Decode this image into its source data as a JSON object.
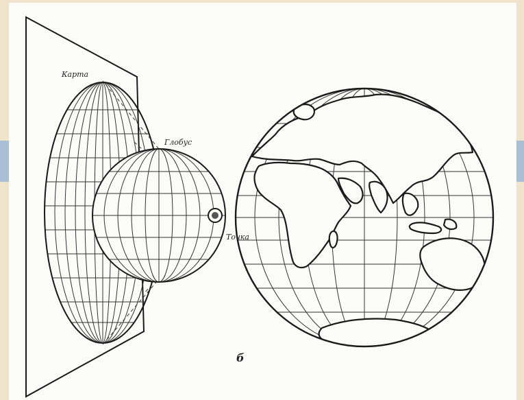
{
  "labels": {
    "map": "Карта",
    "globe": "Глобус",
    "point": "Точка",
    "figure": "б"
  },
  "colors": {
    "background": "#efe3cb",
    "paper": "#fbfbf8",
    "band": "#a8bfd6",
    "ink": "#1a1a1a"
  },
  "icons": [
    "map-plane",
    "globe-grid",
    "light-point",
    "earth-globe"
  ]
}
